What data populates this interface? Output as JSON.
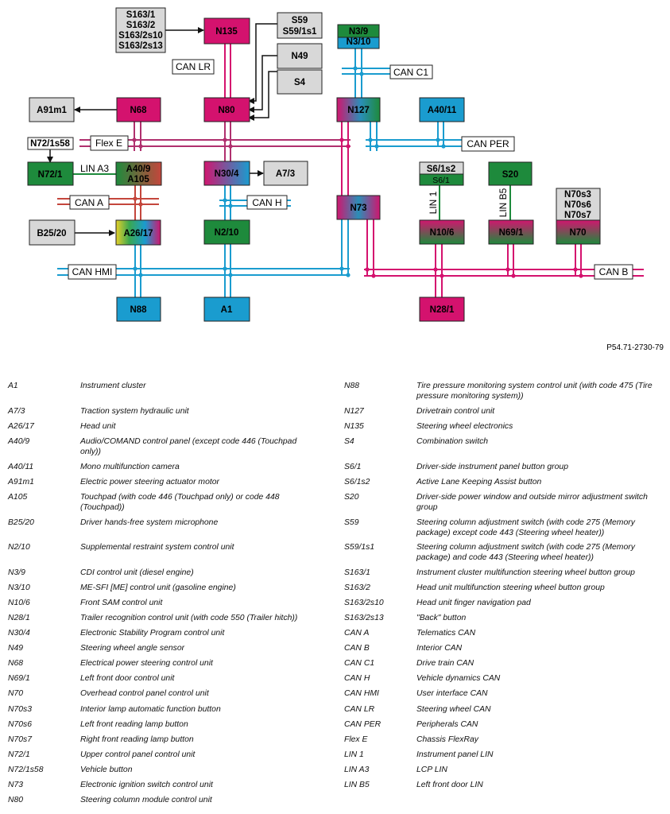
{
  "doc_id": "P54.71-2730-79",
  "boxes": {
    "s163_group": [
      "S163/1",
      "S163/2",
      "S163/2s10",
      "S163/2s13"
    ],
    "n135": "N135",
    "s59_group": [
      "S59",
      "S59/1s1"
    ],
    "n49": "N49",
    "s4": "S4",
    "n3_group": [
      "N3/9",
      "N3/10"
    ],
    "a91m1": "A91m1",
    "n68": "N68",
    "n80": "N80",
    "n127": "N127",
    "a40_11": "A40/11",
    "n72_1s58": "N72/1s58",
    "n72_1": "N72/1",
    "a40_group": [
      "A40/9",
      "A105"
    ],
    "n30_4": "N30/4",
    "a7_3": "A7/3",
    "s6_1s2": "S6/1s2",
    "s6_1": "S6/1",
    "s20": "S20",
    "n70_group": [
      "N70s3",
      "N70s6",
      "N70s7"
    ],
    "n73": "N73",
    "b25_20": "B25/20",
    "a26_17": "A26/17",
    "n2_10": "N2/10",
    "n10_6": "N10/6",
    "n69_1": "N69/1",
    "n70": "N70",
    "n88": "N88",
    "a1": "A1",
    "n28_1": "N28/1"
  },
  "bus_labels": {
    "can_lr": "CAN LR",
    "can_c1": "CAN C1",
    "flex_e": "Flex E",
    "can_per": "CAN PER",
    "lin_a3": "LIN A3",
    "can_a": "CAN A",
    "can_h": "CAN H",
    "lin_1": "LIN 1",
    "lin_b5": "LIN B5",
    "can_hmi": "CAN HMI",
    "can_b": "CAN B"
  },
  "legend_left": [
    {
      "code": "A1",
      "desc": "Instrument cluster"
    },
    {
      "code": "A7/3",
      "desc": "Traction system hydraulic unit"
    },
    {
      "code": "A26/17",
      "desc": "Head unit"
    },
    {
      "code": "A40/9",
      "desc": "Audio/COMAND control panel (except code 446 (Touchpad only))"
    },
    {
      "code": "A40/11",
      "desc": "Mono multifunction camera"
    },
    {
      "code": "A91m1",
      "desc": "Electric power steering actuator motor"
    },
    {
      "code": "A105",
      "desc": "Touchpad (with code 446 (Touchpad only) or code 448 (Touchpad))"
    },
    {
      "code": "B25/20",
      "desc": "Driver hands-free system microphone"
    },
    {
      "code": "N2/10",
      "desc": "Supplemental restraint system control unit"
    },
    {
      "code": "N3/9",
      "desc": "CDI control unit (diesel engine)"
    },
    {
      "code": "N3/10",
      "desc": "ME-SFI [ME] control unit (gasoline engine)"
    },
    {
      "code": "N10/6",
      "desc": "Front SAM control unit"
    },
    {
      "code": "N28/1",
      "desc": "Trailer recognition control unit (with code 550 (Trailer hitch))"
    },
    {
      "code": "N30/4",
      "desc": "Electronic Stability Program control unit"
    },
    {
      "code": "N49",
      "desc": "Steering wheel angle sensor"
    },
    {
      "code": "N68",
      "desc": "Electrical power steering control unit"
    },
    {
      "code": "N69/1",
      "desc": "Left front door control unit"
    },
    {
      "code": "N70",
      "desc": "Overhead control panel control unit"
    },
    {
      "code": "N70s3",
      "desc": "Interior lamp automatic function button"
    },
    {
      "code": "N70s6",
      "desc": "Left front reading lamp button"
    },
    {
      "code": "N70s7",
      "desc": "Right front reading lamp button"
    },
    {
      "code": "N72/1",
      "desc": "Upper control panel control unit"
    },
    {
      "code": "N72/1s58",
      "desc": "Vehicle button"
    },
    {
      "code": "N73",
      "desc": "Electronic ignition switch control unit"
    },
    {
      "code": "N80",
      "desc": "Steering column module control unit"
    }
  ],
  "legend_right": [
    {
      "code": "N88",
      "desc": "Tire pressure monitoring system control unit (with code 475 (Tire pressure monitoring system))"
    },
    {
      "code": "N127",
      "desc": "Drivetrain control unit"
    },
    {
      "code": "N135",
      "desc": "Steering wheel electronics"
    },
    {
      "code": "S4",
      "desc": "Combination switch"
    },
    {
      "code": "S6/1",
      "desc": "Driver-side instrument panel button group"
    },
    {
      "code": "S6/1s2",
      "desc": "Active Lane Keeping Assist button"
    },
    {
      "code": "S20",
      "desc": "Driver-side power window and outside mirror adjustment switch group"
    },
    {
      "code": "S59",
      "desc": "Steering column adjustment switch (with code 275 (Memory package) except code 443 (Steering wheel heater))"
    },
    {
      "code": "S59/1s1",
      "desc": "Steering column adjustment switch (with code 275 (Memory package) and code 443 (Steering wheel heater))"
    },
    {
      "code": "S163/1",
      "desc": "Instrument cluster multifunction steering wheel button group"
    },
    {
      "code": "S163/2",
      "desc": "Head unit multifunction steering wheel button group"
    },
    {
      "code": "S163/2s10",
      "desc": "Head unit finger navigation pad"
    },
    {
      "code": "S163/2s13",
      "desc": "\"Back\" button"
    },
    {
      "code": "CAN A",
      "desc": "Telematics CAN"
    },
    {
      "code": "CAN B",
      "desc": "Interior CAN"
    },
    {
      "code": "CAN C1",
      "desc": "Drive train CAN"
    },
    {
      "code": "CAN H",
      "desc": "Vehicle dynamics CAN"
    },
    {
      "code": "CAN HMI",
      "desc": "User interface CAN"
    },
    {
      "code": "CAN LR",
      "desc": "Steering wheel CAN"
    },
    {
      "code": "CAN PER",
      "desc": "Peripherals CAN"
    },
    {
      "code": "Flex E",
      "desc": "Chassis FlexRay"
    },
    {
      "code": "LIN 1",
      "desc": "Instrument panel LIN"
    },
    {
      "code": "LIN A3",
      "desc": "LCP LIN"
    },
    {
      "code": "LIN B5",
      "desc": "Left front door LIN"
    }
  ],
  "colors": {
    "can_b_magenta": "#d4126e",
    "flexray_purple": "#b0306e",
    "can_hmi_cyan": "#1a9ccf",
    "can_a_red": "#c4463c",
    "can_h_cyan": "#1a9ccf",
    "lin_green": "#1e8a3c",
    "box_gray": "#d8d8d8"
  }
}
